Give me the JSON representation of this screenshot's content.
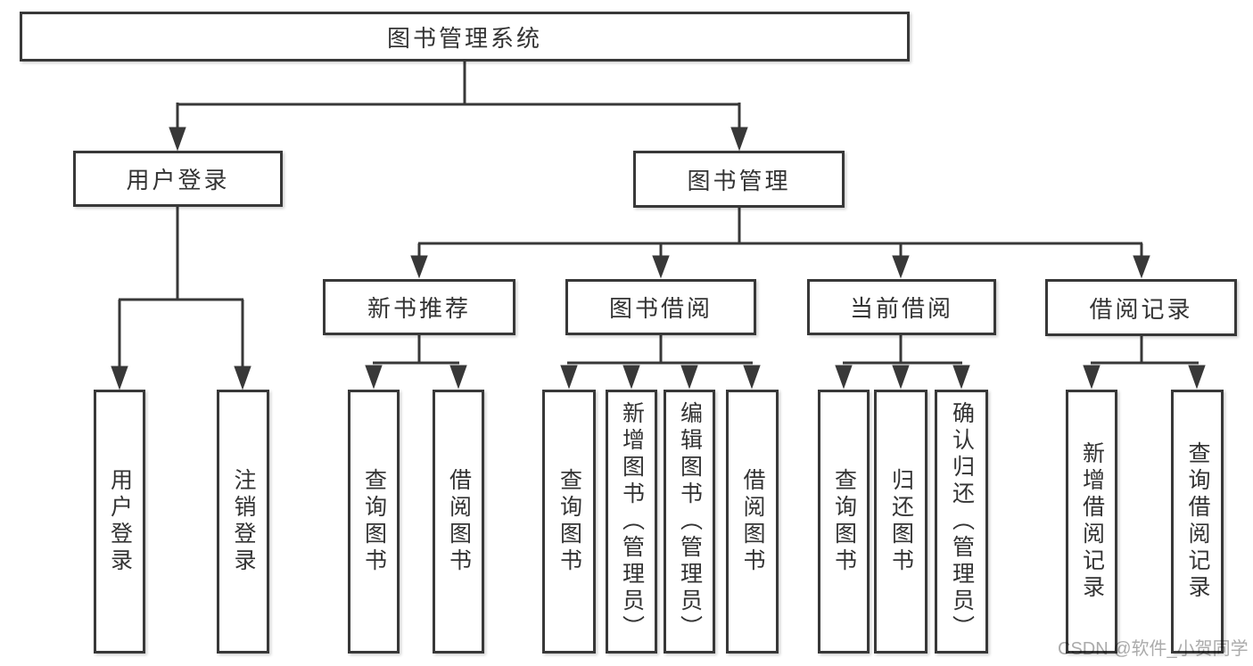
{
  "tree": {
    "label": "图书管理系统",
    "children": [
      {
        "label": "用户登录",
        "children": [
          {
            "label": "用户登录"
          },
          {
            "label": "注销登录"
          }
        ]
      },
      {
        "label": "图书管理",
        "children": [
          {
            "label": "新书推荐",
            "children": [
              {
                "label": "查询图书"
              },
              {
                "label": "借阅图书"
              }
            ]
          },
          {
            "label": "图书借阅",
            "children": [
              {
                "label": "查询图书"
              },
              {
                "label": "新增图书（管理员）"
              },
              {
                "label": "编辑图书（管理员）"
              },
              {
                "label": "借阅图书"
              }
            ]
          },
          {
            "label": "当前借阅",
            "children": [
              {
                "label": "查询图书"
              },
              {
                "label": "归还图书"
              },
              {
                "label": "确认归还（管理员）"
              }
            ]
          },
          {
            "label": "借阅记录",
            "children": [
              {
                "label": "新增借阅记录"
              },
              {
                "label": "查询借阅记录"
              }
            ]
          }
        ]
      }
    ]
  },
  "watermark": {
    "text": "CSDN @软件_小贺同学"
  },
  "colors": {
    "line": "#383838",
    "box_border": "#383838",
    "box_fill": "#ffffff",
    "text": "#333333",
    "watermark": "#ababab",
    "background": "#ffffff"
  }
}
